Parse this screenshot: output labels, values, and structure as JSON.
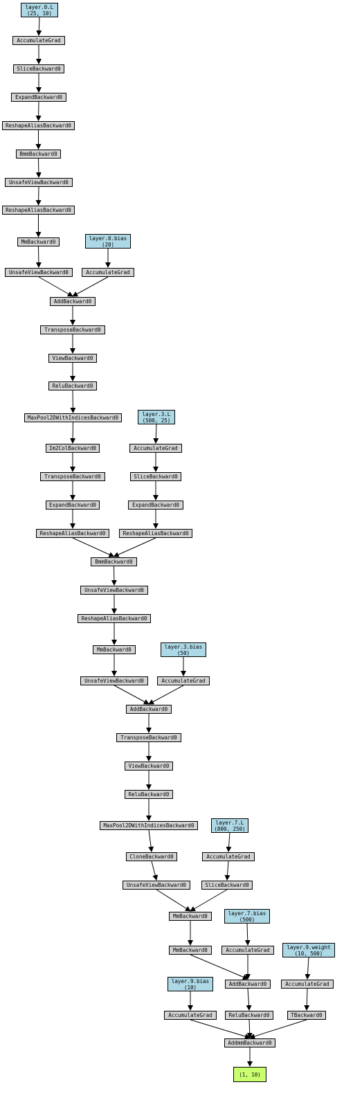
{
  "nodes": [
    {
      "id": "n_l0w",
      "label": "layer.0.L\n(25, 10)",
      "kind": "param"
    },
    {
      "id": "n_ag1",
      "label": "AccumulateGrad",
      "kind": "op"
    },
    {
      "id": "n_sl1",
      "label": "SliceBackward0",
      "kind": "op"
    },
    {
      "id": "n_ex1",
      "label": "ExpandBackward0",
      "kind": "op"
    },
    {
      "id": "n_ra1",
      "label": "ReshapeAliasBackward0",
      "kind": "op"
    },
    {
      "id": "n_bmm1",
      "label": "BmmBackward0",
      "kind": "op"
    },
    {
      "id": "n_uv1",
      "label": "UnsafeViewBackward0",
      "kind": "op"
    },
    {
      "id": "n_ra2",
      "label": "ReshapeAliasBackward0",
      "kind": "op"
    },
    {
      "id": "n_mm1",
      "label": "MmBackward0",
      "kind": "op"
    },
    {
      "id": "n_l0b",
      "label": "layer.0.bias\n(20)",
      "kind": "param"
    },
    {
      "id": "n_uv2",
      "label": "UnsafeViewBackward0",
      "kind": "op"
    },
    {
      "id": "n_ag2",
      "label": "AccumulateGrad",
      "kind": "op"
    },
    {
      "id": "n_add1",
      "label": "AddBackward0",
      "kind": "op"
    },
    {
      "id": "n_tr1",
      "label": "TransposeBackward0",
      "kind": "op"
    },
    {
      "id": "n_vw1",
      "label": "ViewBackward0",
      "kind": "op"
    },
    {
      "id": "n_relu1",
      "label": "ReluBackward0",
      "kind": "op"
    },
    {
      "id": "n_mp1",
      "label": "MaxPool2DWithIndicesBackward0",
      "kind": "op"
    },
    {
      "id": "n_l3w",
      "label": "layer.3.L\n(500, 25)",
      "kind": "param"
    },
    {
      "id": "n_im2",
      "label": "Im2ColBackward0",
      "kind": "op"
    },
    {
      "id": "n_ag3",
      "label": "AccumulateGrad",
      "kind": "op"
    },
    {
      "id": "n_tr2",
      "label": "TransposeBackward0",
      "kind": "op"
    },
    {
      "id": "n_sl2",
      "label": "SliceBackward0",
      "kind": "op"
    },
    {
      "id": "n_ex2",
      "label": "ExpandBackward0",
      "kind": "op"
    },
    {
      "id": "n_ex3",
      "label": "ExpandBackward0",
      "kind": "op"
    },
    {
      "id": "n_ra3",
      "label": "ReshapeAliasBackward0",
      "kind": "op"
    },
    {
      "id": "n_ra4",
      "label": "ReshapeAliasBackward0",
      "kind": "op"
    },
    {
      "id": "n_bmm2",
      "label": "BmmBackward0",
      "kind": "op"
    },
    {
      "id": "n_uv3",
      "label": "UnsafeViewBackward0",
      "kind": "op"
    },
    {
      "id": "n_ra5",
      "label": "ReshapeAliasBackward0",
      "kind": "op"
    },
    {
      "id": "n_mm2",
      "label": "MmBackward0",
      "kind": "op"
    },
    {
      "id": "n_l3b",
      "label": "layer.3.bias\n(50)",
      "kind": "param"
    },
    {
      "id": "n_uv4",
      "label": "UnsafeViewBackward0",
      "kind": "op"
    },
    {
      "id": "n_ag4",
      "label": "AccumulateGrad",
      "kind": "op"
    },
    {
      "id": "n_add2",
      "label": "AddBackward0",
      "kind": "op"
    },
    {
      "id": "n_tr3",
      "label": "TransposeBackward0",
      "kind": "op"
    },
    {
      "id": "n_vw2",
      "label": "ViewBackward0",
      "kind": "op"
    },
    {
      "id": "n_relu2",
      "label": "ReluBackward0",
      "kind": "op"
    },
    {
      "id": "n_mp2",
      "label": "MaxPool2DWithIndicesBackward0",
      "kind": "op"
    },
    {
      "id": "n_l7w",
      "label": "layer.7.L\n(800, 250)",
      "kind": "param"
    },
    {
      "id": "n_cl1",
      "label": "CloneBackward0",
      "kind": "op"
    },
    {
      "id": "n_ag5",
      "label": "AccumulateGrad",
      "kind": "op"
    },
    {
      "id": "n_uv5",
      "label": "UnsafeViewBackward0",
      "kind": "op"
    },
    {
      "id": "n_sl3",
      "label": "SliceBackward0",
      "kind": "op"
    },
    {
      "id": "n_mm3",
      "label": "MmBackward0",
      "kind": "op"
    },
    {
      "id": "n_l7b",
      "label": "layer.7.bias\n(500)",
      "kind": "param"
    },
    {
      "id": "n_mm4",
      "label": "MmBackward0",
      "kind": "op"
    },
    {
      "id": "n_ag6",
      "label": "AccumulateGrad",
      "kind": "op"
    },
    {
      "id": "n_l9w",
      "label": "layer.9.weight\n(10, 500)",
      "kind": "param"
    },
    {
      "id": "n_l9b",
      "label": "layer.9.bias\n(10)",
      "kind": "param"
    },
    {
      "id": "n_add3",
      "label": "AddBackward0",
      "kind": "op"
    },
    {
      "id": "n_ag7",
      "label": "AccumulateGrad",
      "kind": "op"
    },
    {
      "id": "n_ag8",
      "label": "AccumulateGrad",
      "kind": "op"
    },
    {
      "id": "n_relu3",
      "label": "ReluBackward0",
      "kind": "op"
    },
    {
      "id": "n_tb1",
      "label": "TBackward0",
      "kind": "op"
    },
    {
      "id": "n_addmm",
      "label": "AddmmBackward0",
      "kind": "op"
    },
    {
      "id": "n_out",
      "label": "(1, 10)",
      "kind": "output"
    }
  ],
  "edges": [
    [
      "n_l0w",
      "n_ag1"
    ],
    [
      "n_ag1",
      "n_sl1"
    ],
    [
      "n_sl1",
      "n_ex1"
    ],
    [
      "n_ex1",
      "n_ra1"
    ],
    [
      "n_ra1",
      "n_bmm1"
    ],
    [
      "n_bmm1",
      "n_uv1"
    ],
    [
      "n_uv1",
      "n_ra2"
    ],
    [
      "n_ra2",
      "n_mm1"
    ],
    [
      "n_mm1",
      "n_uv2"
    ],
    [
      "n_l0b",
      "n_ag2"
    ],
    [
      "n_uv2",
      "n_add1"
    ],
    [
      "n_ag2",
      "n_add1"
    ],
    [
      "n_add1",
      "n_tr1"
    ],
    [
      "n_tr1",
      "n_vw1"
    ],
    [
      "n_vw1",
      "n_relu1"
    ],
    [
      "n_relu1",
      "n_mp1"
    ],
    [
      "n_mp1",
      "n_im2"
    ],
    [
      "n_im2",
      "n_tr2"
    ],
    [
      "n_tr2",
      "n_ex2"
    ],
    [
      "n_ex2",
      "n_ra3"
    ],
    [
      "n_l3w",
      "n_ag3"
    ],
    [
      "n_ag3",
      "n_sl2"
    ],
    [
      "n_sl2",
      "n_ex3"
    ],
    [
      "n_ex3",
      "n_ra4"
    ],
    [
      "n_ra3",
      "n_bmm2"
    ],
    [
      "n_ra4",
      "n_bmm2"
    ],
    [
      "n_bmm2",
      "n_uv3"
    ],
    [
      "n_uv3",
      "n_ra5"
    ],
    [
      "n_ra5",
      "n_mm2"
    ],
    [
      "n_mm2",
      "n_uv4"
    ],
    [
      "n_l3b",
      "n_ag4"
    ],
    [
      "n_uv4",
      "n_add2"
    ],
    [
      "n_ag4",
      "n_add2"
    ],
    [
      "n_add2",
      "n_tr3"
    ],
    [
      "n_tr3",
      "n_vw2"
    ],
    [
      "n_vw2",
      "n_relu2"
    ],
    [
      "n_relu2",
      "n_mp2"
    ],
    [
      "n_mp2",
      "n_cl1"
    ],
    [
      "n_cl1",
      "n_uv5"
    ],
    [
      "n_l7w",
      "n_ag5"
    ],
    [
      "n_ag5",
      "n_sl3"
    ],
    [
      "n_uv5",
      "n_mm3"
    ],
    [
      "n_sl3",
      "n_mm3"
    ],
    [
      "n_mm3",
      "n_mm4"
    ],
    [
      "n_l7b",
      "n_ag6"
    ],
    [
      "n_mm4",
      "n_add3"
    ],
    [
      "n_ag6",
      "n_add3"
    ],
    [
      "n_l9b",
      "n_ag7"
    ],
    [
      "n_add3",
      "n_relu3"
    ],
    [
      "n_l9w",
      "n_ag8"
    ],
    [
      "n_ag8",
      "n_tb1"
    ],
    [
      "n_ag7",
      "n_addmm"
    ],
    [
      "n_relu3",
      "n_addmm"
    ],
    [
      "n_tb1",
      "n_addmm"
    ],
    [
      "n_addmm",
      "n_out"
    ]
  ],
  "colors": {
    "param": "#add8e6",
    "op": "#d3d3d3",
    "output": "#caff70",
    "edge": "#000000"
  }
}
